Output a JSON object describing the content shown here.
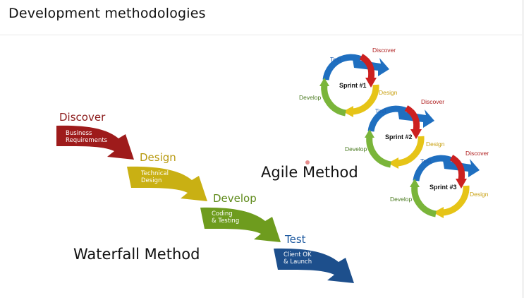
{
  "slide": {
    "title": "Development methodologies"
  },
  "waterfall": {
    "heading": "Waterfall Method",
    "steps": [
      {
        "label": "Discover",
        "detail_line1": "Business",
        "detail_line2": "Requirements",
        "color": "#9e1b1b",
        "label_color": "#8b1a1a"
      },
      {
        "label": "Design",
        "detail_line1": "Technical",
        "detail_line2": "Design",
        "color": "#c9b013",
        "label_color": "#b89a10"
      },
      {
        "label": "Develop",
        "detail_line1": "Coding",
        "detail_line2": "& Testing",
        "color": "#6e9c1e",
        "label_color": "#5e8a1a"
      },
      {
        "label": "Test",
        "detail_line1": "Client OK",
        "detail_line2": "& Launch",
        "color": "#1d4f8c",
        "label_color": "#1e5aa0"
      }
    ]
  },
  "agile": {
    "heading": "Agile Method",
    "stage_labels": {
      "test": "Test",
      "discover": "Discover",
      "design": "Design",
      "develop": "Develop"
    },
    "sprints": [
      "Sprint #1",
      "Sprint #2",
      "Sprint #3"
    ],
    "colors": {
      "test": "#1f6fc0",
      "discover": "#cc2020",
      "design": "#e6c417",
      "develop": "#7ab53a",
      "discover_text": "#b02020",
      "design_text": "#c8a010",
      "develop_text": "#4a7a20",
      "test_text": "#1f5fb0"
    }
  }
}
